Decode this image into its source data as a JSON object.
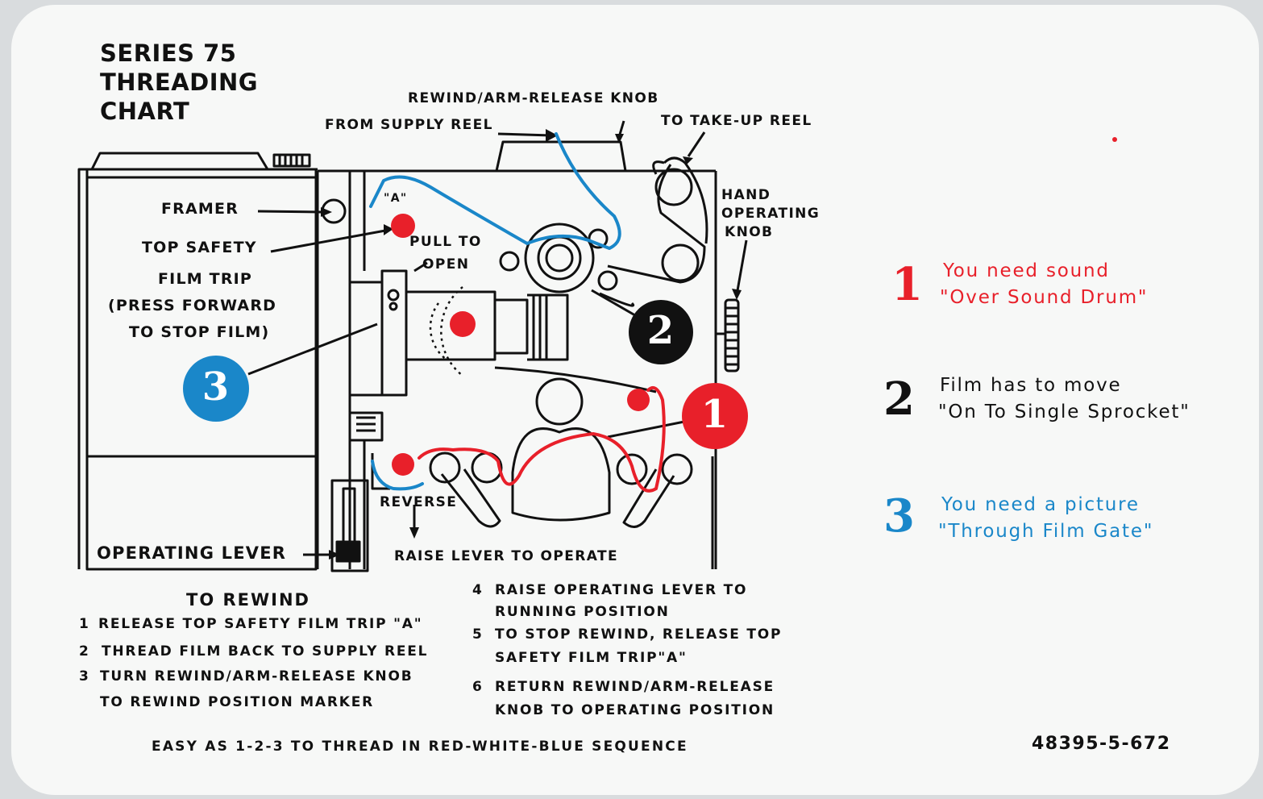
{
  "title": {
    "line1": "SERIES 75",
    "line2": "THREADING",
    "line3": "CHART"
  },
  "labels": {
    "rewind_knob": "REWIND/ARM-RELEASE KNOB",
    "from_supply": "FROM SUPPLY REEL",
    "to_takeup": "TO TAKE-UP REEL",
    "hand_1": "HAND",
    "hand_2": "OPERATING",
    "hand_3": "KNOB",
    "framer": "FRAMER",
    "top_safety_1": "TOP SAFETY",
    "top_safety_2": "FILM TRIP",
    "top_safety_3": "(PRESS FORWARD",
    "top_safety_4": "TO STOP FILM)",
    "point_a": "\"A\"",
    "pull_1": "PULL TO",
    "pull_2": "OPEN",
    "reverse": "REVERSE",
    "operating_lever": "OPERATING LEVER",
    "raise_lever": "RAISE LEVER TO OPERATE"
  },
  "badges": {
    "b1": "1",
    "b2": "2",
    "b3": "3"
  },
  "rewind": {
    "heading": "TO REWIND",
    "s1n": "1",
    "s1": "RELEASE TOP SAFETY FILM TRIP \"A\"",
    "s2n": "2",
    "s2": "THREAD FILM BACK TO SUPPLY REEL",
    "s3n": "3",
    "s3a": "TURN REWIND/ARM-RELEASE KNOB",
    "s3b": "TO REWIND POSITION MARKER",
    "s4n": "4",
    "s4a": "RAISE OPERATING LEVER TO",
    "s4b": "RUNNING POSITION",
    "s5n": "5",
    "s5a": "TO STOP REWIND, RELEASE TOP",
    "s5b": "SAFETY FILM TRIP\"A\"",
    "s6n": "6",
    "s6a": "RETURN REWIND/ARM-RELEASE",
    "s6b": "KNOB TO OPERATING POSITION"
  },
  "legend": [
    {
      "num": "1",
      "line1": "You need sound",
      "line2": "\"Over Sound Drum\"",
      "color": "#e8202a"
    },
    {
      "num": "2",
      "line1": "Film has to move",
      "line2": "\"On To Single Sprocket\"",
      "color": "#111111"
    },
    {
      "num": "3",
      "line1": "You need a picture",
      "line2": "\"Through Film Gate\"",
      "color": "#1a87c9"
    }
  ],
  "footer": {
    "sequence": "EASY AS 1-2-3 TO THREAD IN RED-WHITE-BLUE SEQUENCE",
    "code": "48395-5-672"
  },
  "colors": {
    "red": "#e8202a",
    "blue": "#1a87c9",
    "ink": "#111111",
    "card": "#f7f8f7"
  }
}
